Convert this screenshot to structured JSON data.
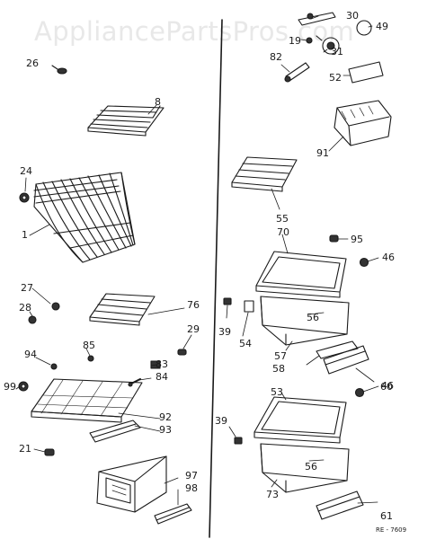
{
  "watermark": "AppliancePartsPros.com",
  "figure_code": "RE - 7609",
  "callouts": {
    "c1": "1",
    "c8": "8",
    "c19": "19",
    "c21": "21",
    "c24": "24",
    "c26": "26",
    "c27": "27",
    "c28": "28",
    "c29": "29",
    "c30": "30",
    "c31": "31",
    "c39a": "39",
    "c39b": "39",
    "c46a": "46",
    "c46b": "46",
    "c49": "49",
    "c52": "52",
    "c53": "53",
    "c54": "54",
    "c55": "55",
    "c56a": "56",
    "c56b": "56",
    "c57": "57",
    "c58": "58",
    "c60": "60",
    "c61": "61",
    "c70": "70",
    "c73": "73",
    "c76": "76",
    "c82": "82",
    "c83": "83",
    "c84": "84",
    "c85": "85",
    "c91": "91",
    "c92": "92",
    "c93": "93",
    "c94": "94",
    "c95": "95",
    "c97": "97",
    "c98": "98",
    "c99": "99"
  },
  "colors": {
    "ink": "#1a1a1a",
    "paper": "#ffffff",
    "watermark": "#e8e8e8"
  }
}
